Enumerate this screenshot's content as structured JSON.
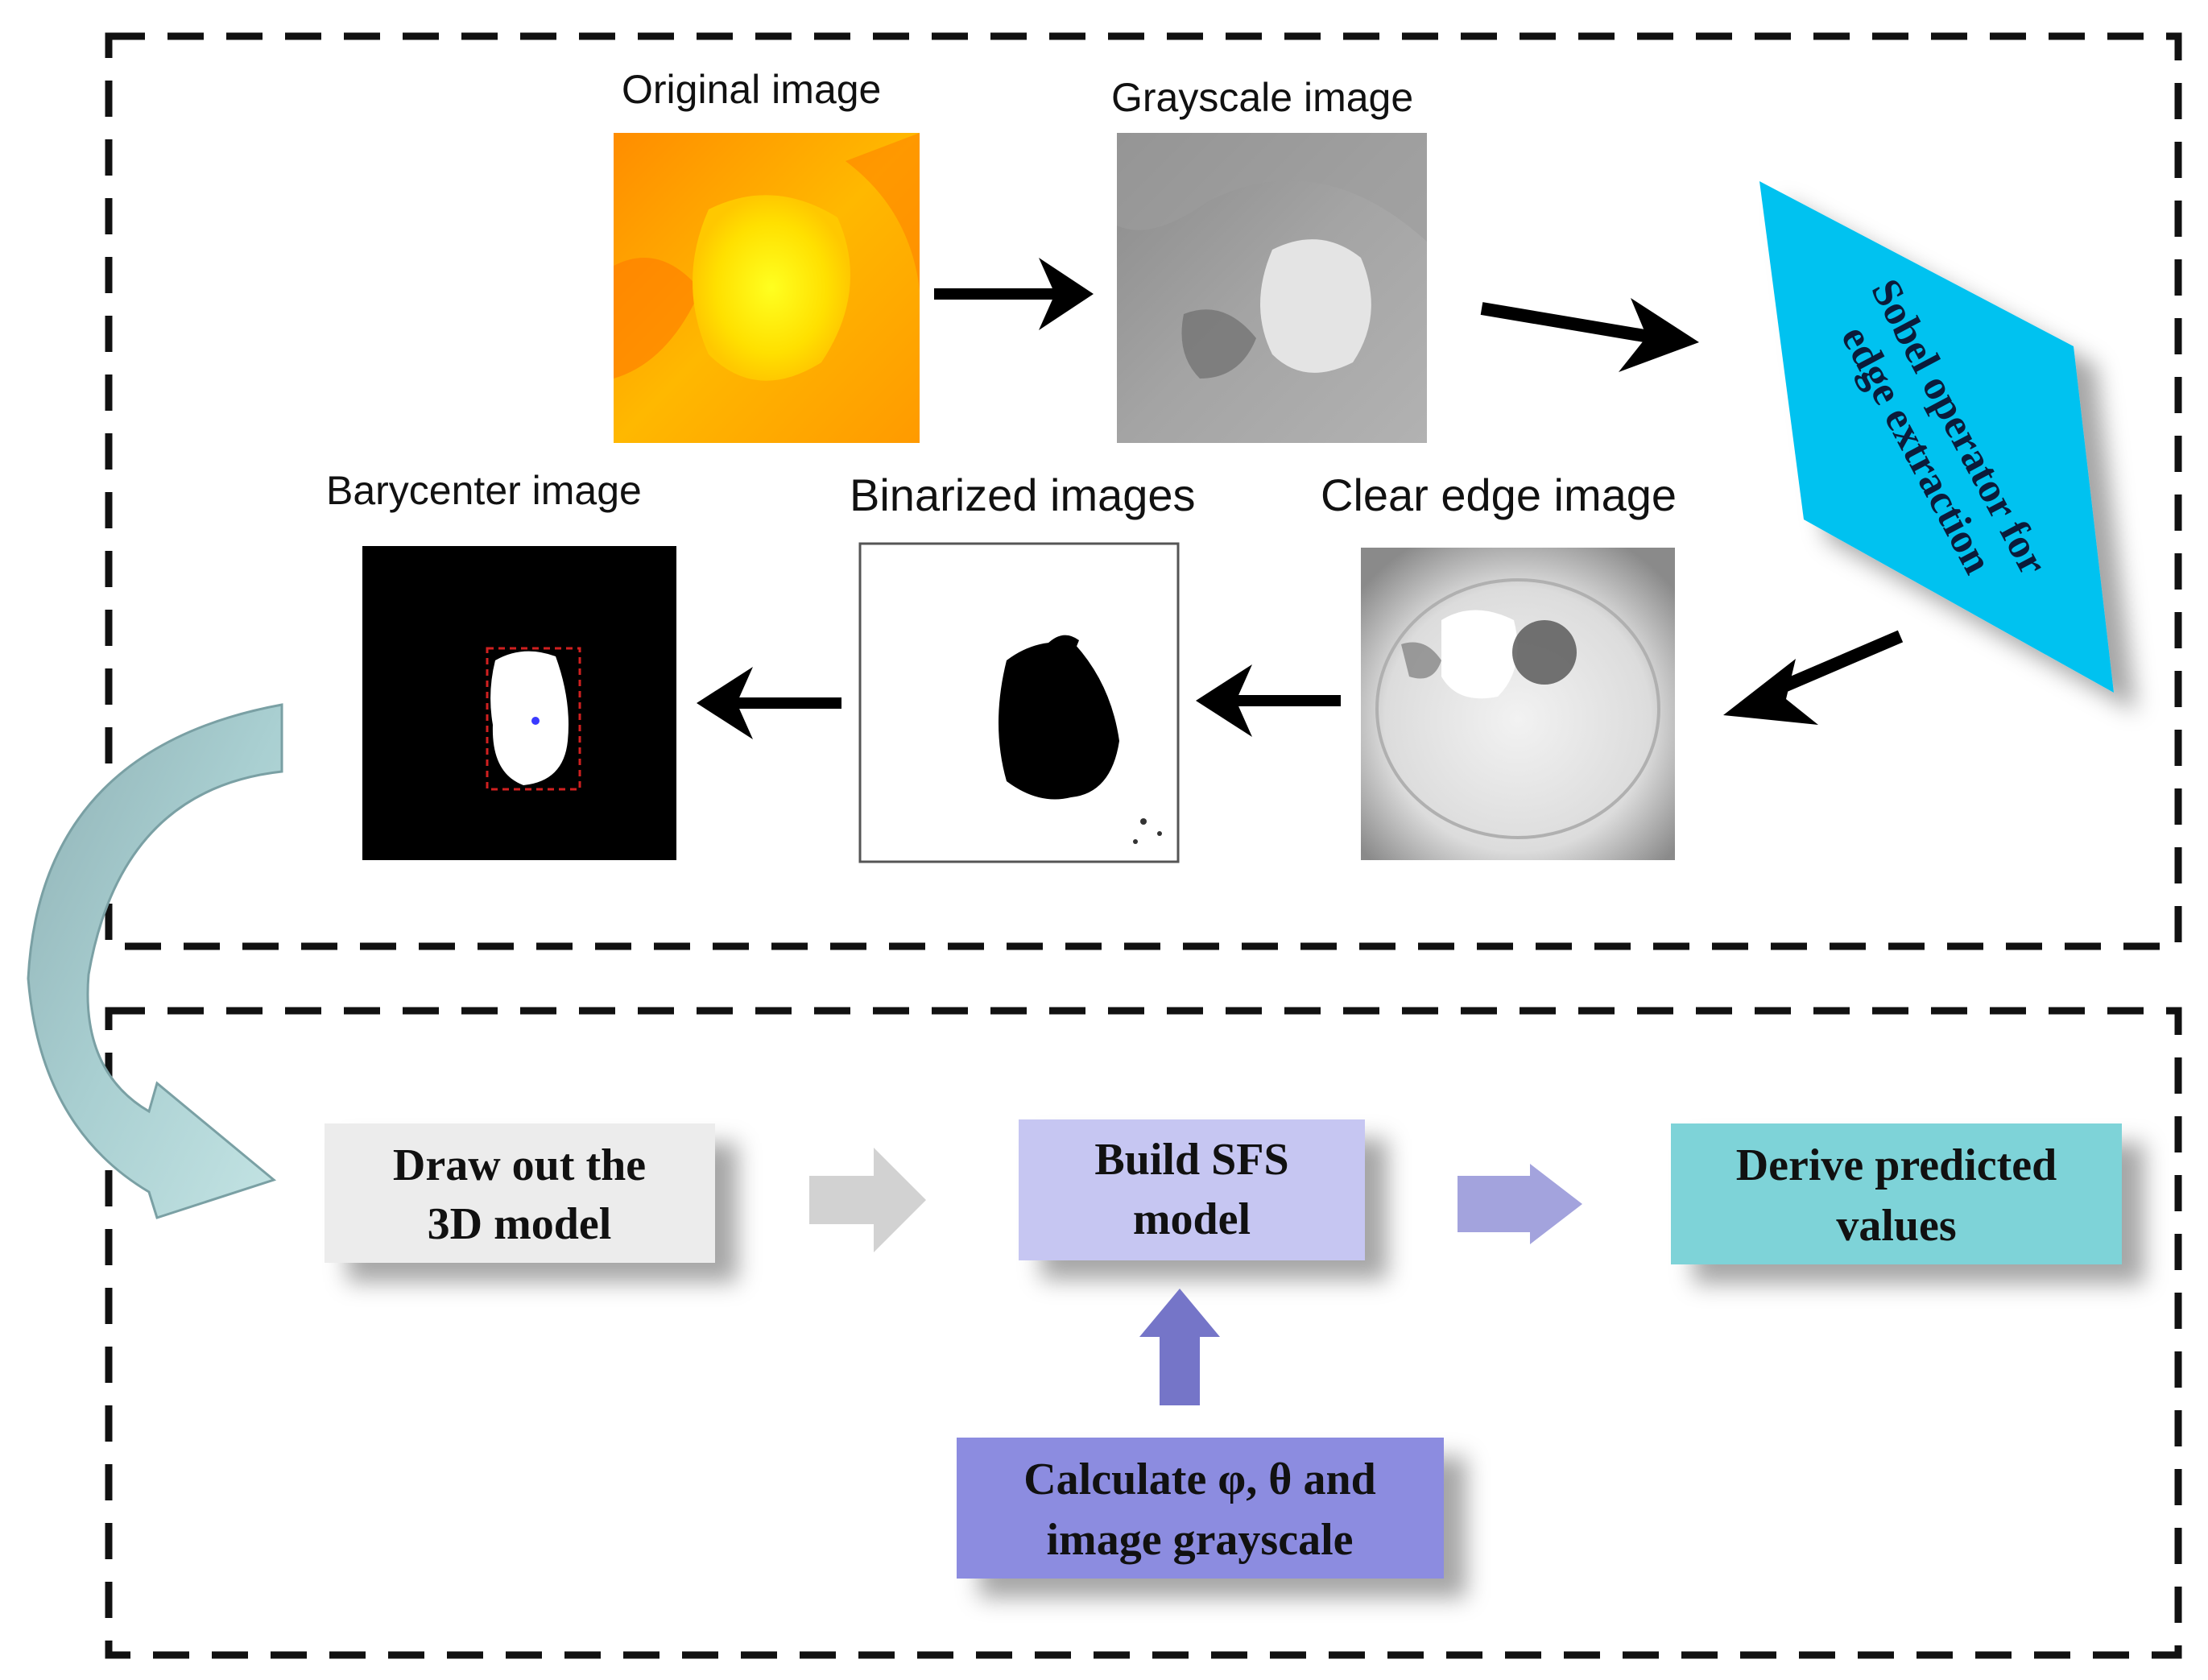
{
  "top_panel": {
    "labels": {
      "original": "Original image",
      "grayscale": "Grayscale image",
      "barycenter": "Barycenter image",
      "binarized": "Binarized images",
      "clear_edge": "Clear edge image"
    },
    "sobel": {
      "line1": "Sobel operator for",
      "line2": "edge extraction",
      "color": "#00c2f0"
    }
  },
  "bottom_panel": {
    "boxes": {
      "draw": {
        "line1": "Draw out the",
        "line2": "3D model",
        "color": "#ececec"
      },
      "build": {
        "line1": "Build SFS",
        "line2": "model",
        "color": "#c6c6f2"
      },
      "derive": {
        "line1": "Derive predicted",
        "line2": "values",
        "color": "#7ed3d8"
      },
      "calculate": {
        "line1": "Calculate φ, θ and",
        "line2": "image grayscale",
        "color": "#8c8ce0"
      }
    }
  },
  "colors": {
    "dashed_border": "#111111",
    "curved_arrow": "#9bc7c9",
    "arrow_gray": "#d2d2d2",
    "arrow_purple": "#a3a3dd",
    "arrow_up": "#7575c8"
  }
}
